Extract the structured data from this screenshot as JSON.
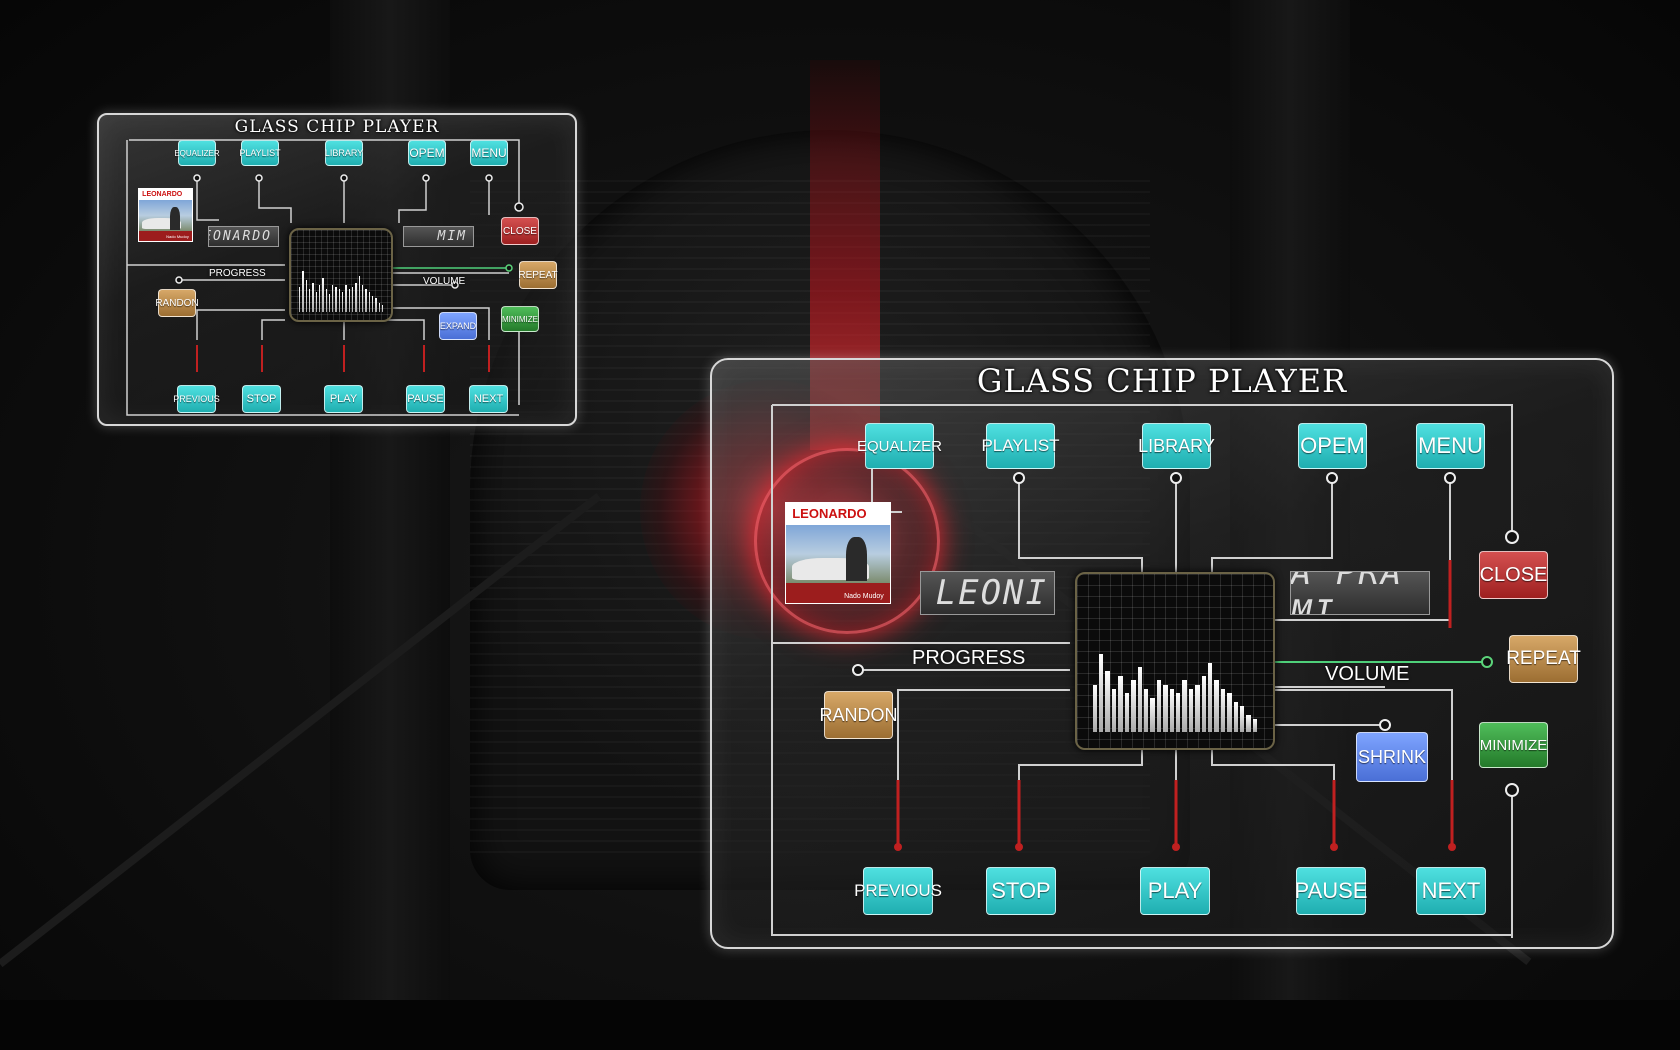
{
  "player_title": "GLASS CHIP PLAYER",
  "small_player": {
    "top_buttons": [
      "EQUALIZER",
      "PLAYLIST",
      "LIBRARY",
      "OPEM",
      "MENU"
    ],
    "bottom_buttons": [
      "PREVIOUS",
      "STOP",
      "PLAY",
      "PAUSE",
      "NEXT"
    ],
    "close": "CLOSE",
    "repeat": "REPEAT",
    "minimize": "MINIMIZE",
    "random": "RANDON",
    "expand": "EXPAND",
    "progress_label": "PROGRESS",
    "volume_label": "VOLUME",
    "lcd_left": "LEONARDO",
    "lcd_right": "MIM",
    "album_name": "LEONARDO",
    "album_artist": "Nado Mudoy"
  },
  "large_player": {
    "top_buttons": [
      "EQUALIZER",
      "PLAYLIST",
      "LIBRARY",
      "OPEM",
      "MENU"
    ],
    "bottom_buttons": [
      "PREVIOUS",
      "STOP",
      "PLAY",
      "PAUSE",
      "NEXT"
    ],
    "close": "CLOSE",
    "repeat": "REPEAT",
    "minimize": "MINIMIZE",
    "random": "RANDON",
    "shrink": "SHRINK",
    "progress_label": "PROGRESS",
    "volume_label": "VOLUME",
    "lcd_left": "LEONI",
    "lcd_right": "A PRA MI",
    "album_name": "LEONARDO",
    "album_artist": "Nado Mudoy"
  },
  "visualizer_levels": [
    0.55,
    0.9,
    0.7,
    0.5,
    0.65,
    0.45,
    0.6,
    0.75,
    0.5,
    0.4,
    0.6,
    0.55,
    0.5,
    0.45,
    0.6,
    0.5,
    0.55,
    0.65,
    0.8,
    0.6,
    0.5,
    0.45,
    0.35,
    0.3,
    0.2,
    0.15
  ],
  "colors": {
    "teal": "#2fc6c8",
    "close_red": "#b83434",
    "repeat_gold": "#b8874a",
    "minimize_green": "#35a040",
    "shrink_blue": "#6a8cf0",
    "accent_glow": "#ff3040"
  },
  "icons": [
    "connector-node-icon"
  ]
}
